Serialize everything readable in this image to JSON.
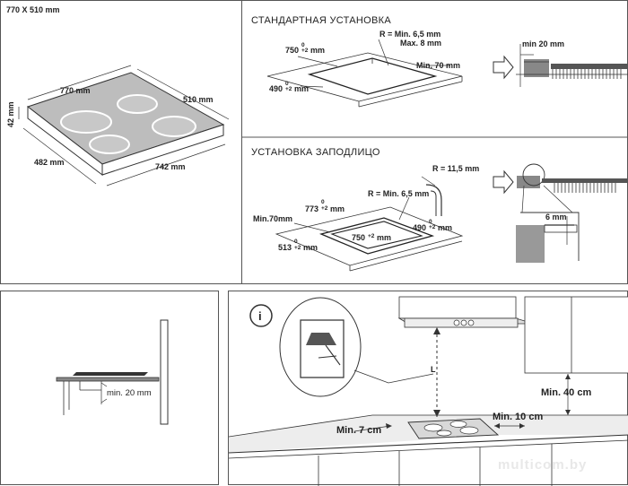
{
  "top_left": {
    "header": "770 X 510 mm",
    "dim_770": "770 mm",
    "dim_510": "510 mm",
    "dim_42": "42 mm",
    "dim_482": "482 mm",
    "dim_742": "742 mm"
  },
  "standard": {
    "title": "СТАНДАРТНАЯ УСТАНОВКА",
    "r_label": "R = Min. 6,5 mm",
    "max_label": "Max. 8 mm",
    "min70": "Min. 70 mm",
    "d750": "750",
    "d750_sup": "+2",
    "d750_sup0": "0",
    "d490": "490",
    "d490_sup": "+2",
    "d490_sup0": "0",
    "mm": "mm",
    "min20": "min 20 mm"
  },
  "flush": {
    "title": "УСТАНОВКА ЗАПОДЛИЦО",
    "r_outer": "R = 11,5 mm",
    "r_inner": "R = Min. 6,5 mm",
    "min70": "Min.70mm",
    "d773": "773",
    "d773_sup": "+2",
    "d773_sup0": "0",
    "d490": "490",
    "d490_sup": "+2",
    "d490_sup0": "0",
    "d750": "750",
    "d750_sup": "+2",
    "d513": "513",
    "d513_sup": "+2",
    "d513_sup0": "0",
    "mm": "mm",
    "six_mm": "6 mm"
  },
  "bottom_left": {
    "min20": "min. 20 mm"
  },
  "bottom_right": {
    "info_glyph": "i",
    "l_label": "L",
    "min40": "Min. 40 cm",
    "min10": "Min. 10 cm",
    "min7": "Min. 7 cm"
  },
  "watermark": "multicom.by",
  "icons": [
    "info-icon",
    "arrow-right-icon"
  ]
}
